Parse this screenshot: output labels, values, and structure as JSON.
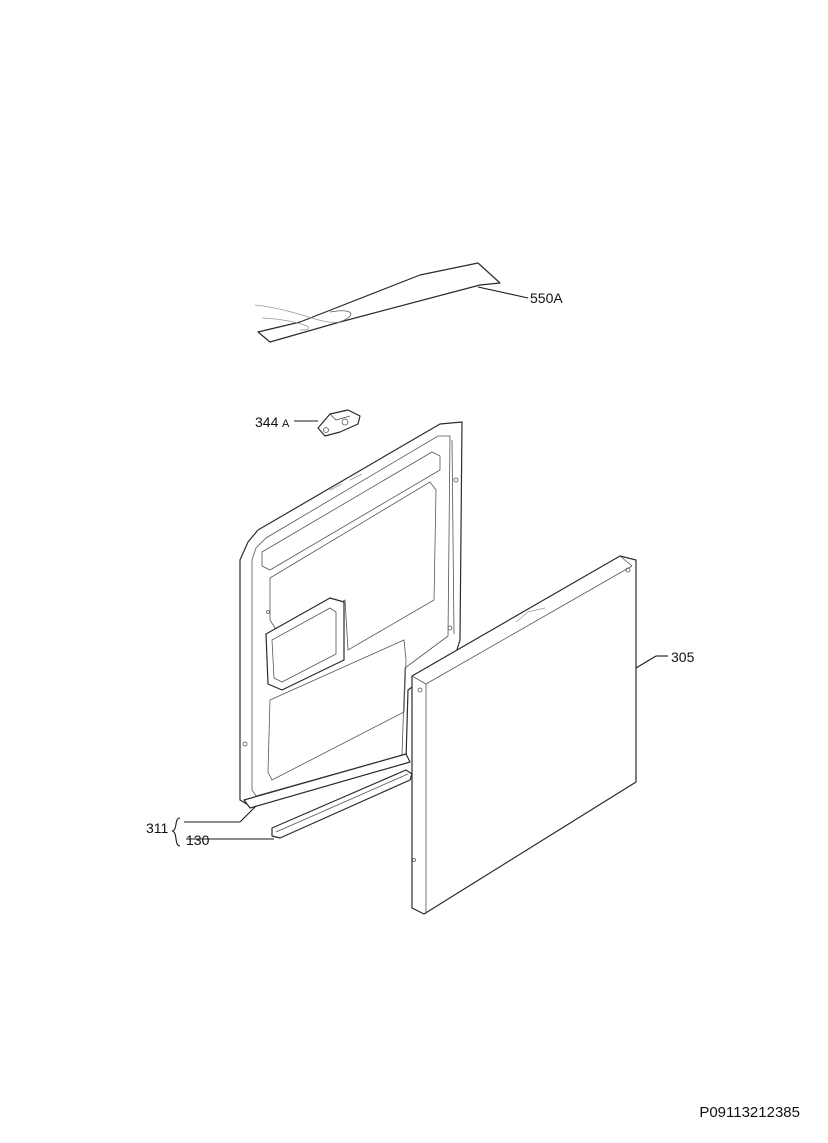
{
  "diagram": {
    "drawing_code": "P09113212385",
    "parts": [
      {
        "id": "550A",
        "label": "550A",
        "icon": "insulation-sheet-icon"
      },
      {
        "id": "344A",
        "label": "344",
        "suffix": "A",
        "icon": "hinge-clip-icon"
      },
      {
        "id": "305",
        "label": "305",
        "icon": "outer-door-panel-icon"
      },
      {
        "id": "311",
        "label": "311",
        "icon": "inner-door-icon"
      },
      {
        "id": "130",
        "label": "130",
        "icon": "door-seal-strip-icon"
      }
    ]
  }
}
